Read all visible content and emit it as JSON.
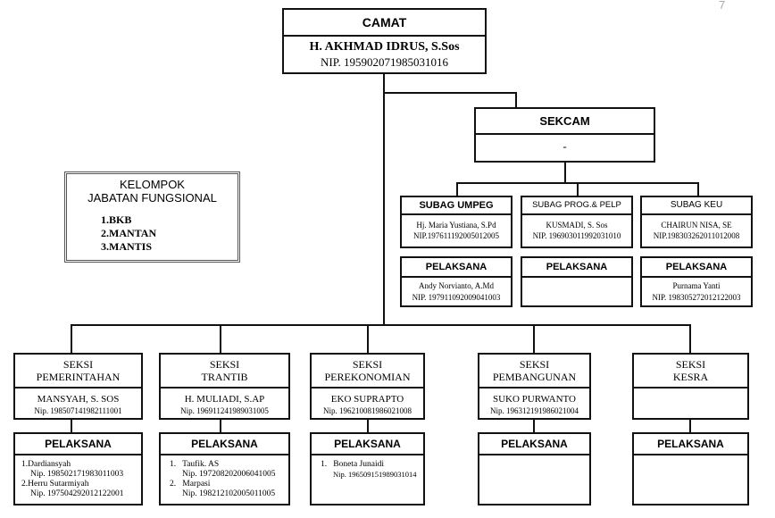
{
  "corner_mark": "7",
  "camat": {
    "title": "CAMAT",
    "name": "H. AKHMAD IDRUS, S.Sos",
    "nip": "NIP. 195902071985031016"
  },
  "sekcam": {
    "title": "SEKCAM",
    "value": "-"
  },
  "kelompok": {
    "title1": "KELOMPOK",
    "title2": "JABATAN FUNGSIONAL",
    "items": [
      "1.BKB",
      "2.MANTAN",
      "3.MANTIS"
    ]
  },
  "subag": [
    {
      "title": "SUBAG UMPEG",
      "name": "Hj. Maria Yustiana, S.Pd",
      "nip": "NIP.197611192005012005",
      "pel_title": "PELAKSANA",
      "pel_name": "Andy Norvianto, A.Md",
      "pel_nip": "NIP. 197911092009041003"
    },
    {
      "title": "SUBAG PROG.& PELP",
      "name": "KUSMADI, S. Sos",
      "nip": "NIP. 196903011992031010",
      "pel_title": "PELAKSANA",
      "pel_name": "",
      "pel_nip": ""
    },
    {
      "title": "SUBAG KEU",
      "name": "CHAIRUN NISA, SE",
      "nip": "NIP.198303262011012008",
      "pel_title": "PELAKSANA",
      "pel_name": "Purnama Yanti",
      "pel_nip": "NIP. 198305272012122003"
    }
  ],
  "seksi": [
    {
      "label": "SEKSI",
      "name": "PEMERINTAHAN",
      "head": "MANSYAH, S. SOS",
      "nip": "Nip. 198507141982111001",
      "pel_title": "PELAKSANA",
      "pel": [
        {
          "name": "1.Dardiansyah",
          "nip": "Nip. 198502171983011003"
        },
        {
          "name": "2.Herru Sutarmiyah",
          "nip": "Nip. 197504292012122001"
        }
      ]
    },
    {
      "label": "SEKSI",
      "name": "TRANTIB",
      "head": "H. MULIADI, S.AP",
      "nip": "Nip. 196911241989031005",
      "pel_title": "PELAKSANA",
      "pel": [
        {
          "name": "1.   Taufik. AS",
          "nip": "Nip. 197208202006041005"
        },
        {
          "name": "2.   Marpasi",
          "nip": "Nip. 198212102005011005"
        }
      ]
    },
    {
      "label": "SEKSI",
      "name": "PEREKONOMIAN",
      "head": "EKO SUPRAPTO",
      "nip": "Nip. 196210081986021008",
      "pel_title": "PELAKSANA",
      "pel": [
        {
          "name": "1.   Boneta Junaidi",
          "nip": "Nip. 196509151989031014"
        }
      ]
    },
    {
      "label": "SEKSI",
      "name": "PEMBANGUNAN",
      "head": "SUKO PURWANTO",
      "nip": "Nip. 196312191986021004",
      "pel_title": "PELAKSANA",
      "pel": []
    },
    {
      "label": "SEKSI",
      "name": "KESRA",
      "head": "",
      "nip": "",
      "pel_title": "PELAKSANA",
      "pel": []
    }
  ]
}
